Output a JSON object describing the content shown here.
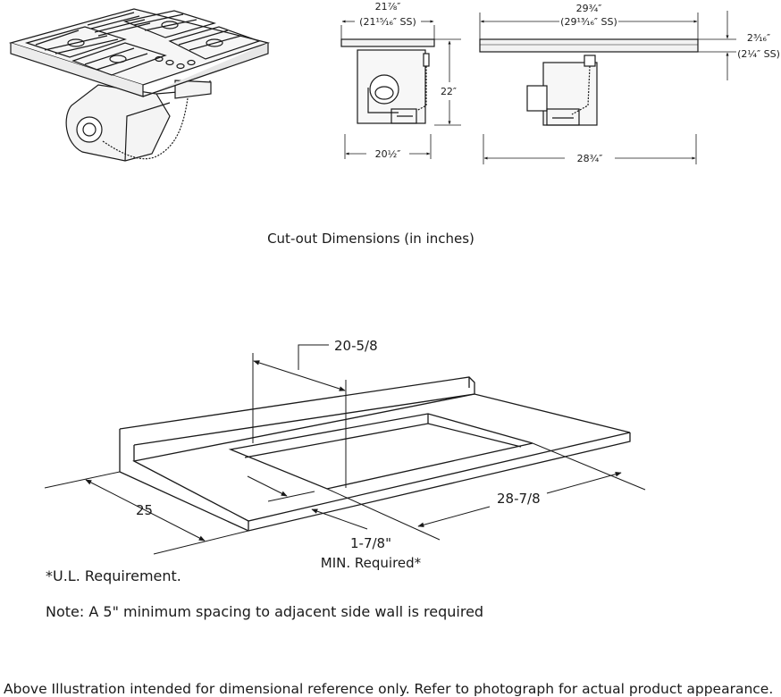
{
  "top_views": {
    "side": {
      "width_top": "21⅞″",
      "width_top_ss": "(21¹⁵⁄₁₆″ SS)",
      "height": "22″",
      "width_bottom": "20½″"
    },
    "front": {
      "width_top": "29¾″",
      "width_top_ss": "(29¹³⁄₁₆″ SS)",
      "depth": "2³⁄₁₆″",
      "depth_ss": "(2¼″ SS)",
      "width_bottom": "28¾″"
    }
  },
  "caption": "Cut-out Dimensions (in inches)",
  "cutout": {
    "dim_width": "20-5/8",
    "dim_depth": "25",
    "dim_length": "28-7/8",
    "dim_min_line1": "1-7/8\"",
    "dim_min_line2": "MIN. Required*"
  },
  "ul_note": "*U.L. Requirement.",
  "note": "Note: A 5\" minimum spacing to adjacent side wall is required",
  "footer": "Above Illustration intended for dimensional reference only. Refer to photograph for actual product appearance."
}
